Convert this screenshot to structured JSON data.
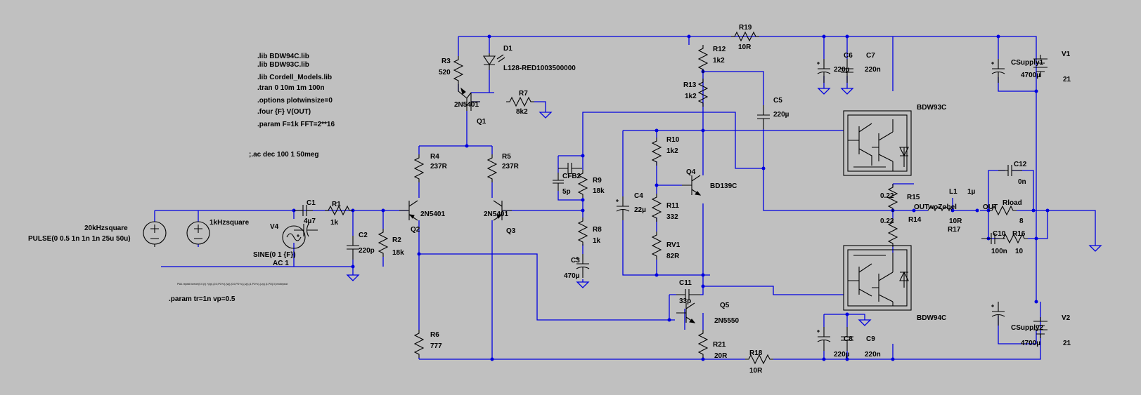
{
  "directives": {
    "lib1": ".lib BDW94C.lib",
    "lib2": ".lib BDW93C.lib",
    "lib3": ".lib Cordell_Models.lib",
    "tran": ".tran 0 10m 1m 100n",
    "options": ".options plotwinsize=0",
    "four": ".four {F} V(OUT)",
    "param": ".param F=1k FFT=2**16",
    "ac": ";.ac dec 100 1 50meg",
    "param2": ".param tr=1n vp=0.5",
    "pwl_note": "PWL repeat forever(0.0 {v} +{vp} {0.0,PO+c} {vp} {0.0,PO+c} {-vp} {1,PO+c} {-vp} {1,PO} 0) endrepeat"
  },
  "sources": {
    "sq20k_name": "20kHzsquare",
    "sq20k_value": "PULSE(0 0.5 1n 1n 1n 25u 50u)",
    "sq1k_name": "1kHzsquare",
    "v4_name": "V4",
    "v4_value": "SINE(0 1 {F})",
    "v4_ac": "AC 1",
    "v1_name": "V1",
    "v1_value": "21",
    "v2_name": "V2",
    "v2_value": "21"
  },
  "resistors": {
    "r1": "R1",
    "r1v": "1k",
    "r2": "R2",
    "r2v": "18k",
    "r3": "R3",
    "r3v": "520",
    "r4": "R4",
    "r4v": "237R",
    "r5": "R5",
    "r5v": "237R",
    "r6": "R6",
    "r6v": "777",
    "r7": "R7",
    "r7v": "8k2",
    "r8": "R8",
    "r8v": "1k",
    "r9": "R9",
    "r9v": "18k",
    "r10": "R10",
    "r10v": "1k2",
    "r11": "R11",
    "r11v": "332",
    "rv1": "RV1",
    "rv1v": "82R",
    "r12": "R12",
    "r12v": "1k2",
    "r13": "R13",
    "r13v": "1k2",
    "r14": "R14",
    "r14v": "0.22",
    "r15": "R15",
    "r15v": "0.22",
    "r16": "R16",
    "r16v": "10",
    "r17": "R17",
    "r17v": "10R",
    "r18": "R18",
    "r18v": "10R",
    "r19": "R19",
    "r19v": "10R",
    "r21": "R21",
    "r21v": "20R",
    "rload": "Rload",
    "rloadv": "8"
  },
  "capacitors": {
    "c1": "C1",
    "c1v": "4µ7",
    "c2": "C2",
    "c2v": "220p",
    "c3": "C3",
    "c3v": "470µ",
    "c4": "C4",
    "c4v": "22µ",
    "c5": "C5",
    "c5v": "220µ",
    "c6": "C6",
    "c6v": "220µ",
    "c7": "C7",
    "c7v": "220n",
    "c8": "C8",
    "c8v": "220µ",
    "c9": "C9",
    "c9v": "220n",
    "c10": "C10",
    "c10v": "100n",
    "c11": "C11",
    "c11v": "33p",
    "c12": "C12",
    "c12v": "0n",
    "cfb2": "CFB2",
    "cfb2v": "5p",
    "cs1": "CSupply1",
    "cs1v": "4700µ",
    "cs2": "CSupply2",
    "cs2v": "4700µ"
  },
  "semis": {
    "q1": "Q1",
    "q1m": "2N5401",
    "q2": "Q2",
    "q2m": "2N5401",
    "q3": "Q3",
    "q3m": "2N5401",
    "q4": "Q4",
    "q4m": "BD139C",
    "q5": "Q5",
    "q5m": "2N5550",
    "d1": "D1",
    "d1m": "L128-RED1003500000",
    "bdw93": "BDW93C",
    "bdw94": "BDW94C"
  },
  "inductors": {
    "l1": "L1",
    "l1v": "1µ"
  },
  "nets": {
    "out": "OUT",
    "outwozobel": "OUTwoZobel"
  }
}
